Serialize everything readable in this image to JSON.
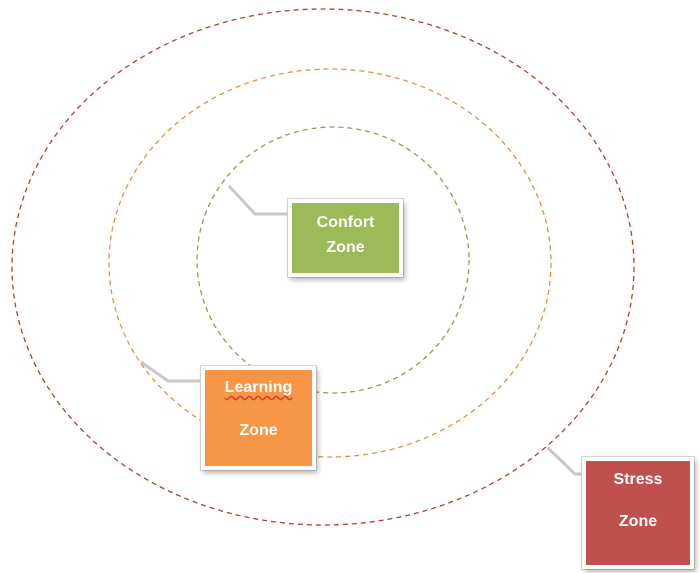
{
  "zones": {
    "comfort": {
      "line1": "Confort",
      "line2": "Zone",
      "ring_color": "#7fa84a",
      "box_color": "#9bbb59"
    },
    "learning": {
      "line1": "Learning",
      "line2": "Zone",
      "ring_color": "#f08c3a",
      "box_color": "#f79646"
    },
    "stress": {
      "line1": "Stress",
      "line2": "Zone",
      "ring_color": "#c0392b",
      "box_color": "#c0504d"
    }
  },
  "connector_color": "#c8c8c8"
}
